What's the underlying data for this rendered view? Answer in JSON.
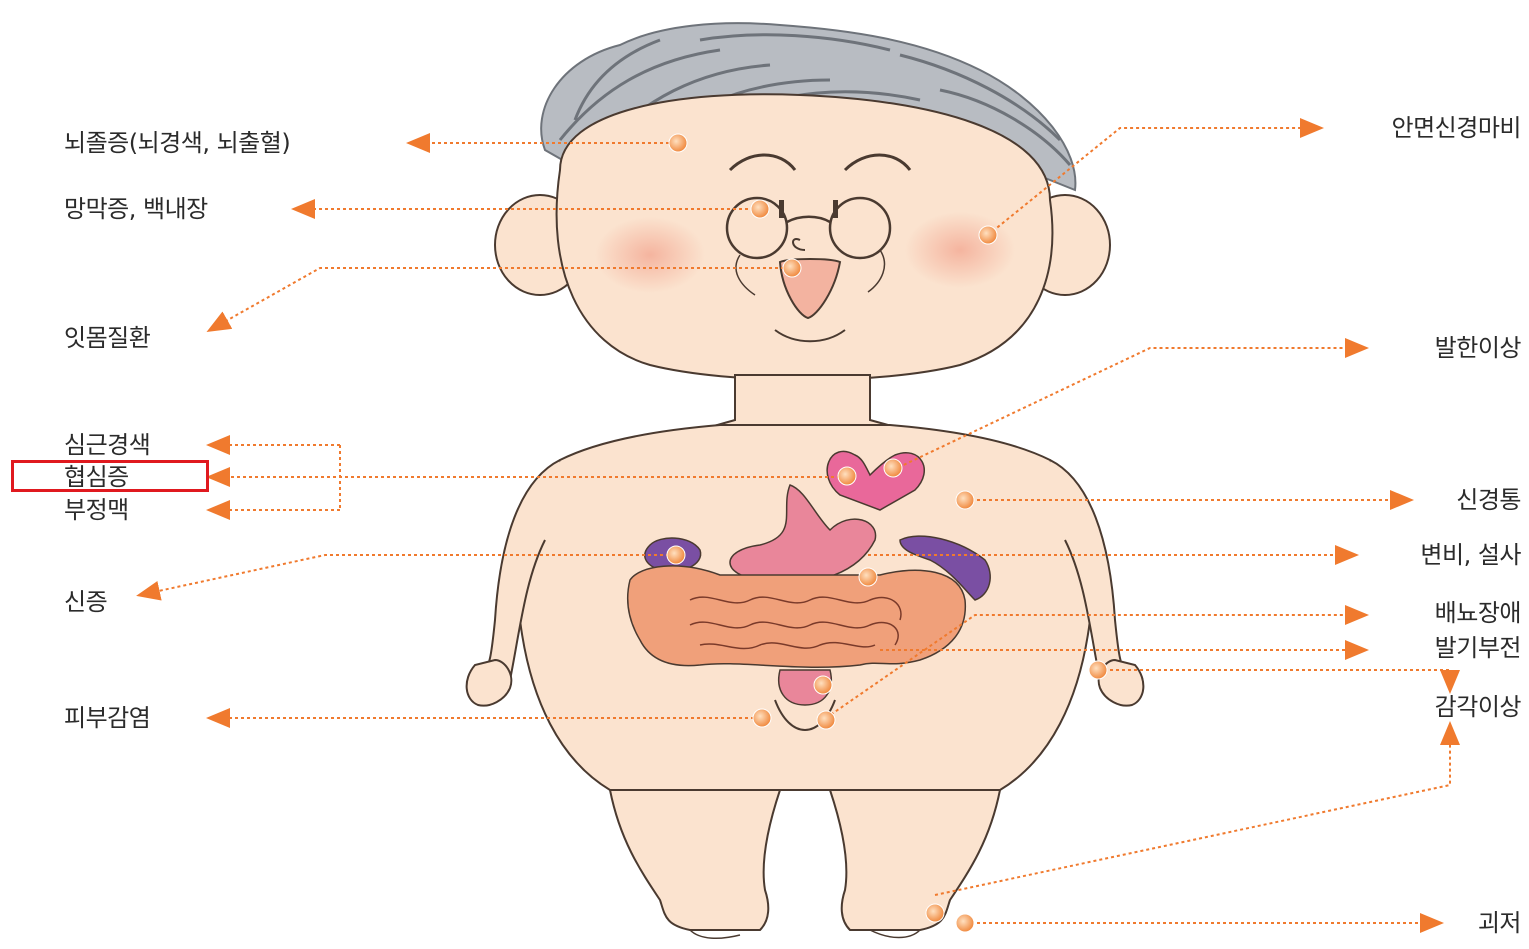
{
  "labels": {
    "stroke": "뇌졸증(뇌경색, 뇌출혈)",
    "retina": "망막증, 백내장",
    "gum": "잇몸질환",
    "myocardial": "심근경색",
    "angina": "협심증",
    "arrhythmia": "부정맥",
    "kidney": "신증",
    "skin": "피부감염",
    "facial": "안면신경마비",
    "sweat": "발한이상",
    "neuralgia": "신경통",
    "bowel": "변비, 설사",
    "urination": "배뇨장애",
    "erectile": "발기부전",
    "sensory": "감각이상",
    "necrosis": "괴저"
  },
  "highlighted_label": "협심증",
  "colors": {
    "arrow": "#f07a2e",
    "marker": "#f5a15a",
    "highlight": "#e0191f",
    "skin": "#fbe3cf",
    "outline": "#4a3a30",
    "hair": "#8a8f96",
    "heart": "#e9689a",
    "kidney": "#7a4fa3",
    "intestine": "#f0a07a"
  }
}
